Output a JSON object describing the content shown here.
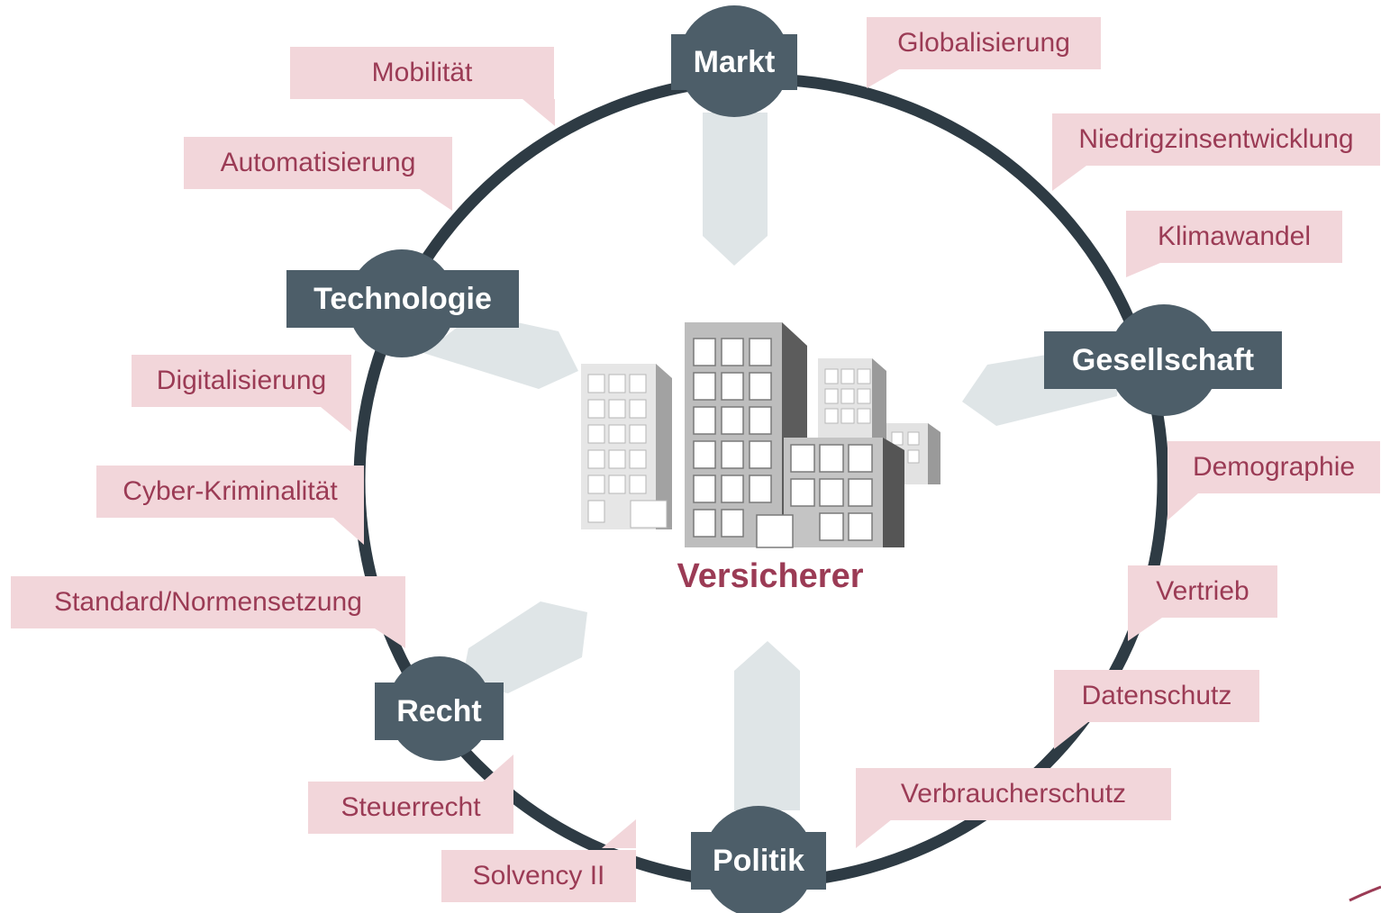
{
  "center": {
    "label": "Versicherer",
    "icon": "office-buildings-icon"
  },
  "hubs": {
    "markt": "Markt",
    "technologie": "Technologie",
    "gesellschaft": "Gesellschaft",
    "recht": "Recht",
    "politik": "Politik"
  },
  "factors": {
    "globalisierung": "Globalisierung",
    "mobilitaet": "Mobilität",
    "niedrigzins": "Niedrigzinsentwicklung",
    "automatisierung": "Automatisierung",
    "klimawandel": "Klimawandel",
    "digitalisierung": "Digitalisierung",
    "demographie": "Demographie",
    "cyber": "Cyber-Kriminalität",
    "vertrieb": "Vertrieb",
    "standard": "Standard/Normensetzung",
    "datenschutz": "Datenschutz",
    "verbraucherschutz": "Verbraucherschutz",
    "steuerrecht": "Steuerrecht",
    "solvency": "Solvency II"
  },
  "colors": {
    "ring": "#2e3b44",
    "hub": "#4d5e69",
    "tag_fill": "#f2d6da",
    "tag_text": "#9b3b55",
    "arrow": "#dfe5e7",
    "center_text": "#9b3b55"
  }
}
